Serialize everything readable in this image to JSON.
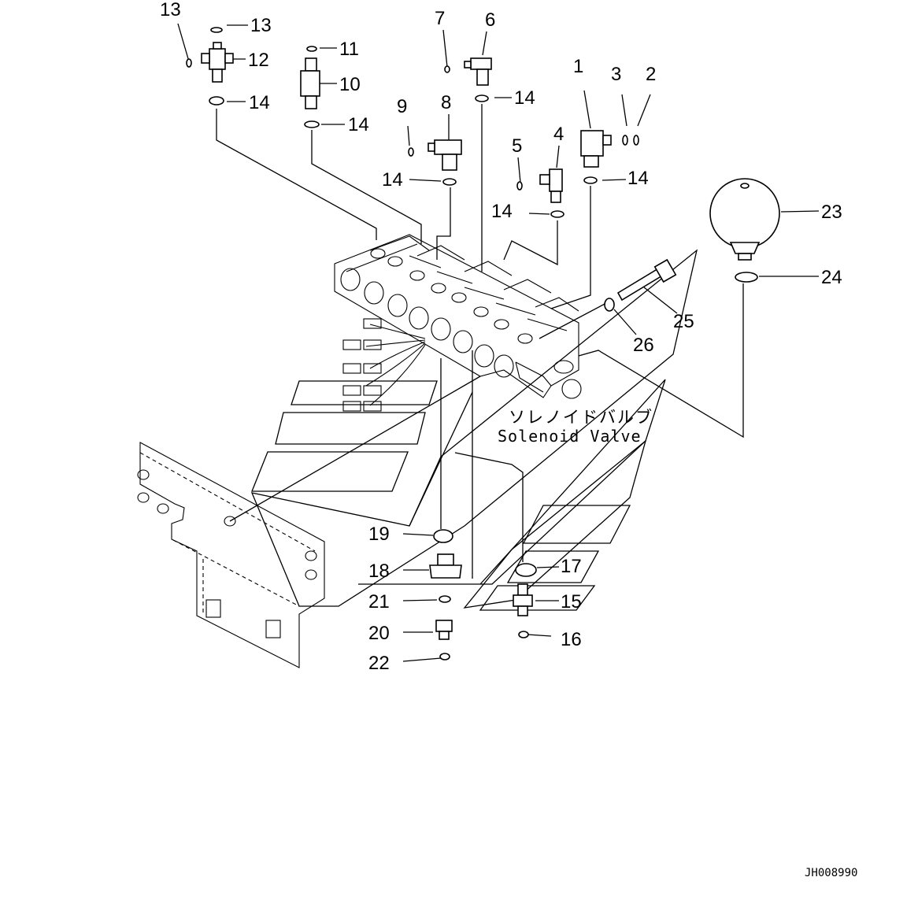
{
  "diagram": {
    "caption_ja": "ソレノイドバルブ",
    "caption_en": "Solenoid Valve",
    "drawing_code": "JH008990",
    "callouts": [
      {
        "id": "c1",
        "text": "1"
      },
      {
        "id": "c2",
        "text": "2"
      },
      {
        "id": "c3",
        "text": "3"
      },
      {
        "id": "c4",
        "text": "4"
      },
      {
        "id": "c5",
        "text": "5"
      },
      {
        "id": "c6",
        "text": "6"
      },
      {
        "id": "c7",
        "text": "7"
      },
      {
        "id": "c8",
        "text": "8"
      },
      {
        "id": "c9",
        "text": "9"
      },
      {
        "id": "c10",
        "text": "10"
      },
      {
        "id": "c11",
        "text": "11"
      },
      {
        "id": "c12",
        "text": "12"
      },
      {
        "id": "c13a",
        "text": "13"
      },
      {
        "id": "c13b",
        "text": "13"
      },
      {
        "id": "c14a",
        "text": "14"
      },
      {
        "id": "c14b",
        "text": "14"
      },
      {
        "id": "c14c",
        "text": "14"
      },
      {
        "id": "c14d",
        "text": "14"
      },
      {
        "id": "c14e",
        "text": "14"
      },
      {
        "id": "c14f",
        "text": "14"
      },
      {
        "id": "c15",
        "text": "15"
      },
      {
        "id": "c16",
        "text": "16"
      },
      {
        "id": "c17",
        "text": "17"
      },
      {
        "id": "c18",
        "text": "18"
      },
      {
        "id": "c19",
        "text": "19"
      },
      {
        "id": "c20",
        "text": "20"
      },
      {
        "id": "c21",
        "text": "21"
      },
      {
        "id": "c22",
        "text": "22"
      },
      {
        "id": "c23",
        "text": "23"
      },
      {
        "id": "c24",
        "text": "24"
      },
      {
        "id": "c25",
        "text": "25"
      },
      {
        "id": "c26",
        "text": "26"
      }
    ]
  }
}
